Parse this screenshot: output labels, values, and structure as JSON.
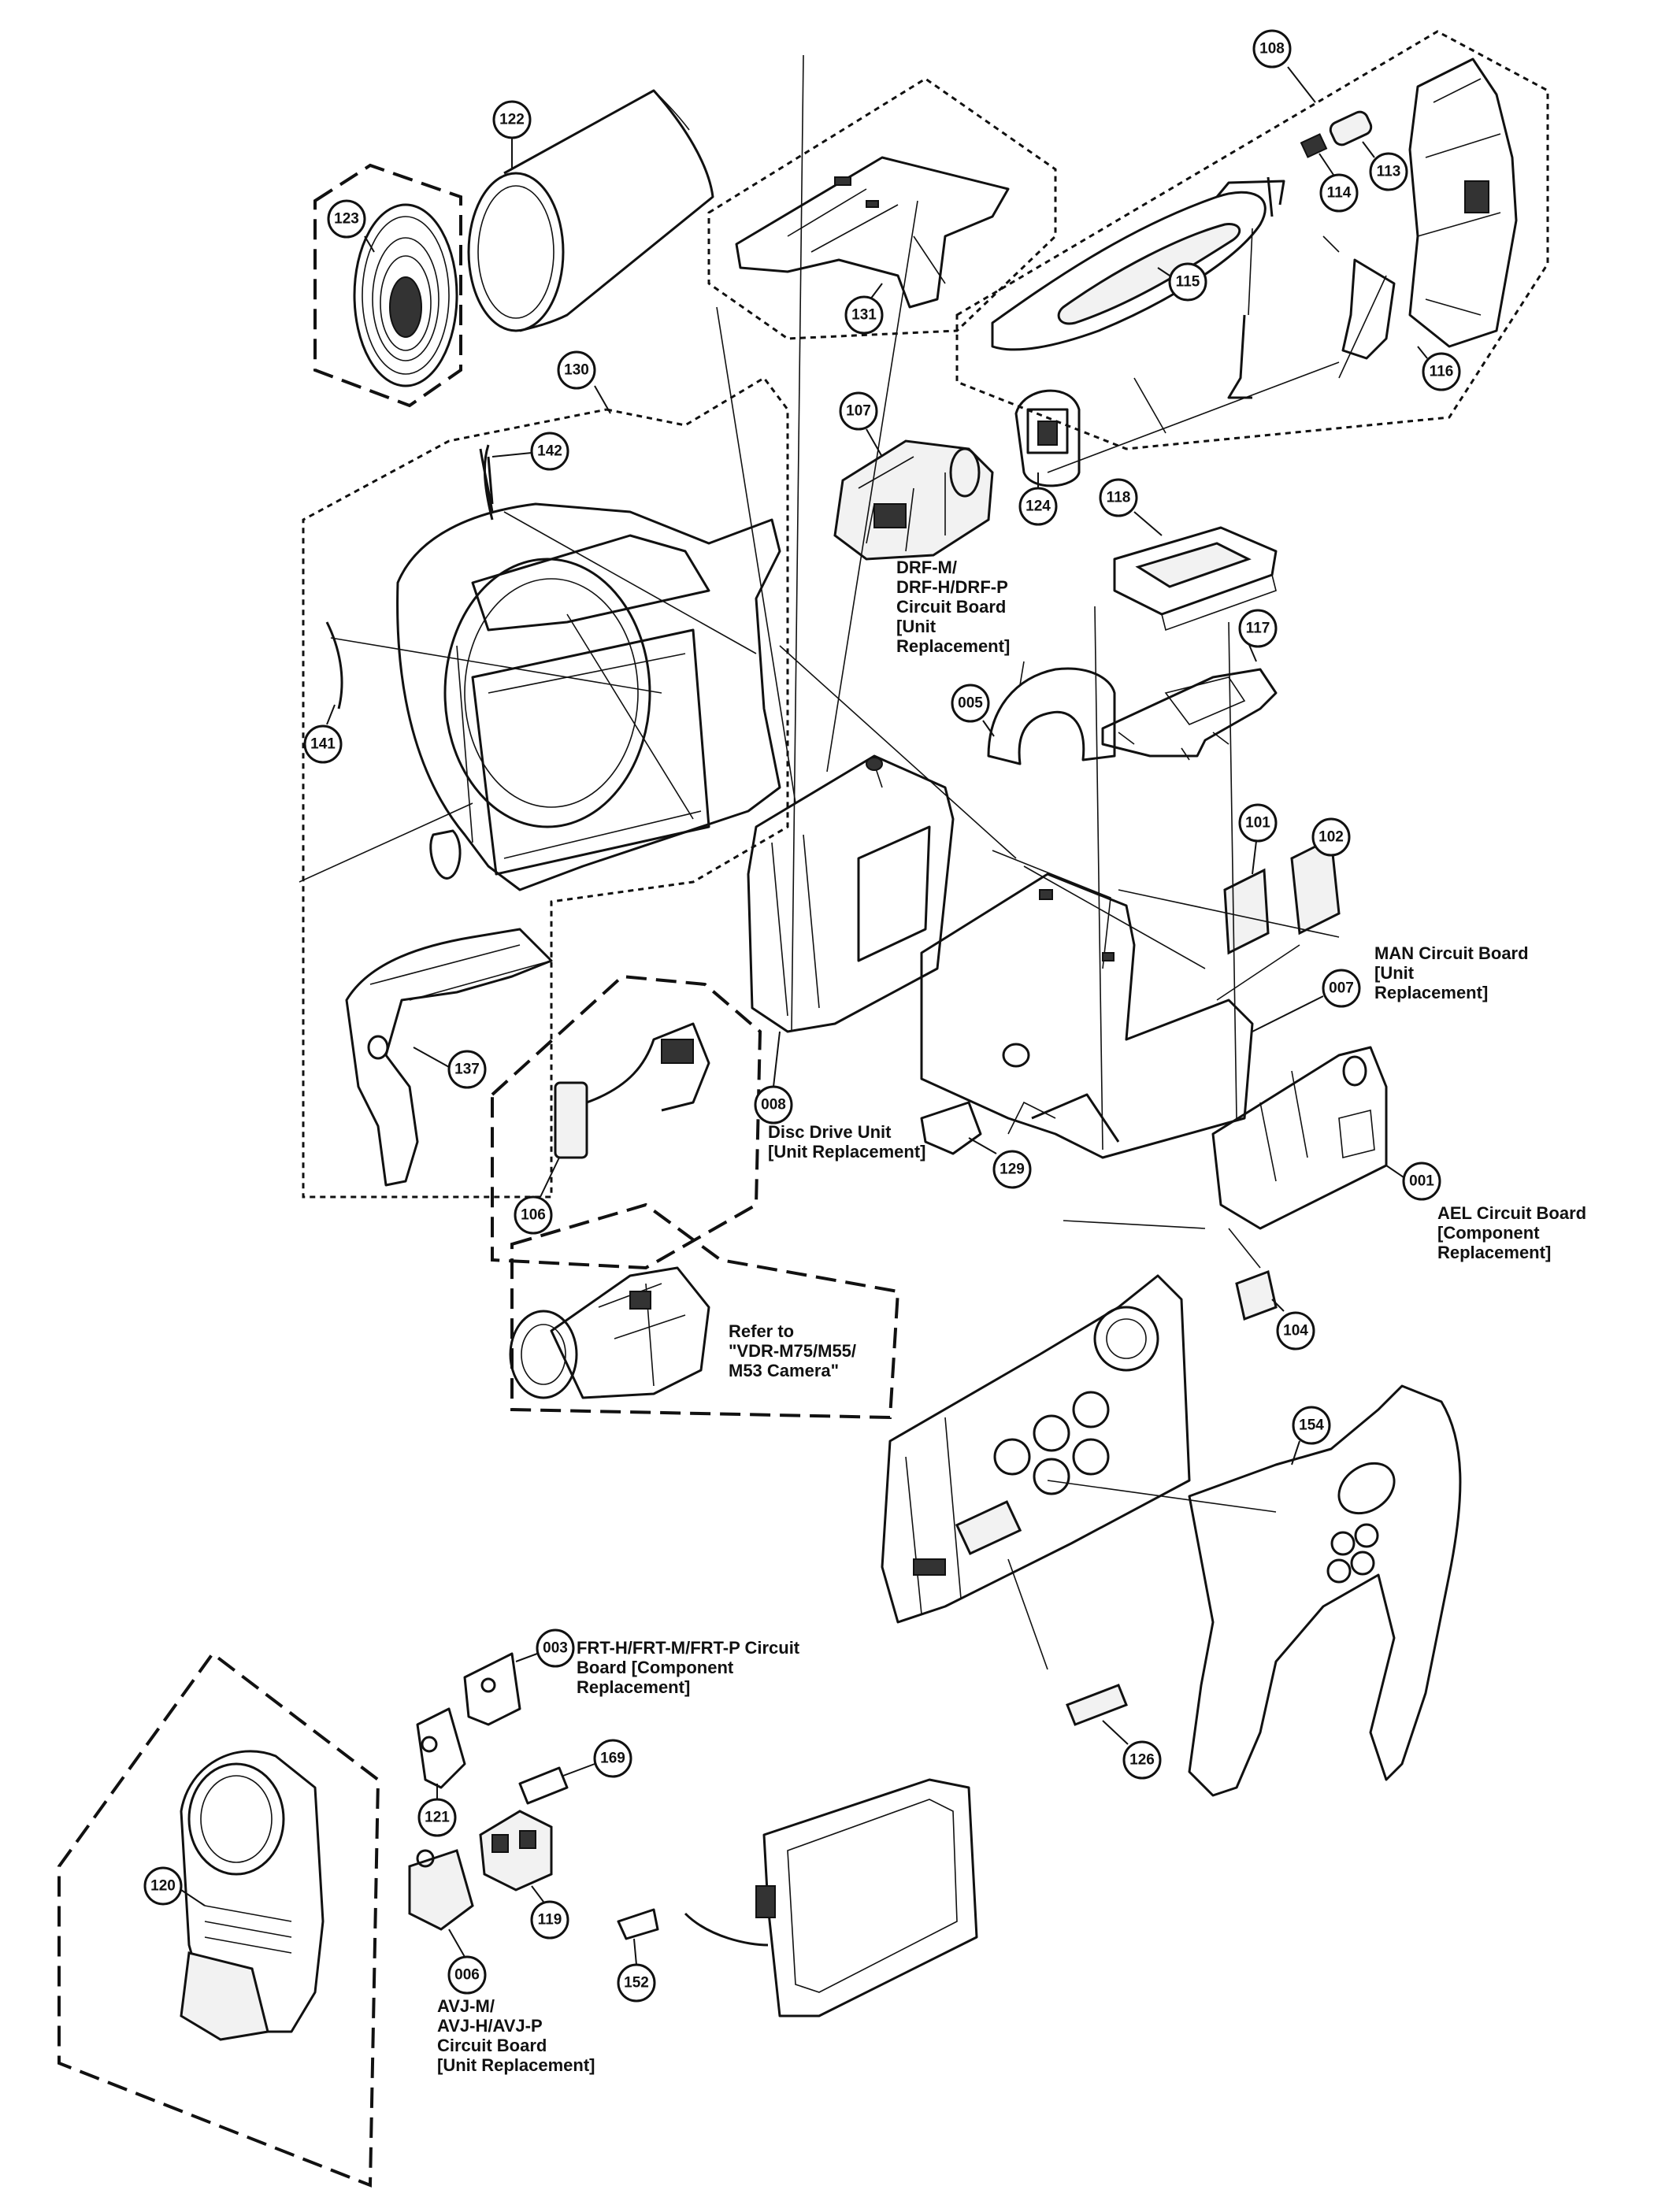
{
  "callouts": [
    {
      "id": "c108",
      "label": "108"
    },
    {
      "id": "c122",
      "label": "122"
    },
    {
      "id": "c123",
      "label": "123"
    },
    {
      "id": "c113",
      "label": "113"
    },
    {
      "id": "c114",
      "label": "114"
    },
    {
      "id": "c115",
      "label": "115"
    },
    {
      "id": "c131",
      "label": "131"
    },
    {
      "id": "c116",
      "label": "116"
    },
    {
      "id": "c130",
      "label": "130"
    },
    {
      "id": "c142",
      "label": "142"
    },
    {
      "id": "c107",
      "label": "107"
    },
    {
      "id": "c124",
      "label": "124"
    },
    {
      "id": "c118",
      "label": "118"
    },
    {
      "id": "c117",
      "label": "117"
    },
    {
      "id": "c005",
      "label": "005"
    },
    {
      "id": "c141",
      "label": "141"
    },
    {
      "id": "c101",
      "label": "101"
    },
    {
      "id": "c102",
      "label": "102"
    },
    {
      "id": "c007",
      "label": "007"
    },
    {
      "id": "c137",
      "label": "137"
    },
    {
      "id": "c008",
      "label": "008"
    },
    {
      "id": "c129",
      "label": "129"
    },
    {
      "id": "c001",
      "label": "001"
    },
    {
      "id": "c106",
      "label": "106"
    },
    {
      "id": "c104",
      "label": "104"
    },
    {
      "id": "c154",
      "label": "154"
    },
    {
      "id": "c003",
      "label": "003"
    },
    {
      "id": "c169",
      "label": "169"
    },
    {
      "id": "c126",
      "label": "126"
    },
    {
      "id": "c121",
      "label": "121"
    },
    {
      "id": "c120",
      "label": "120"
    },
    {
      "id": "c119",
      "label": "119"
    },
    {
      "id": "c006",
      "label": "006"
    },
    {
      "id": "c152",
      "label": "152"
    }
  ],
  "notes": {
    "drf": [
      "DRF-M/",
      "DRF-H/DRF-P",
      "Circuit Board",
      "[Unit",
      "Replacement]"
    ],
    "man": [
      "MAN Circuit Board",
      "[Unit",
      "Replacement]"
    ],
    "disc": [
      "Disc Drive Unit",
      "[Unit Replacement]"
    ],
    "ael": [
      "AEL Circuit Board",
      "[Component",
      "Replacement]"
    ],
    "refer": [
      "Refer to",
      "\"VDR-M75/M55/",
      "M53 Camera\""
    ],
    "frt": [
      "FRT-H/FRT-M/FRT-P Circuit",
      "Board [Component",
      "Replacement]"
    ],
    "avj": [
      "AVJ-M/",
      "AVJ-H/AVJ-P",
      "Circuit Board",
      "[Unit Replacement]"
    ]
  }
}
